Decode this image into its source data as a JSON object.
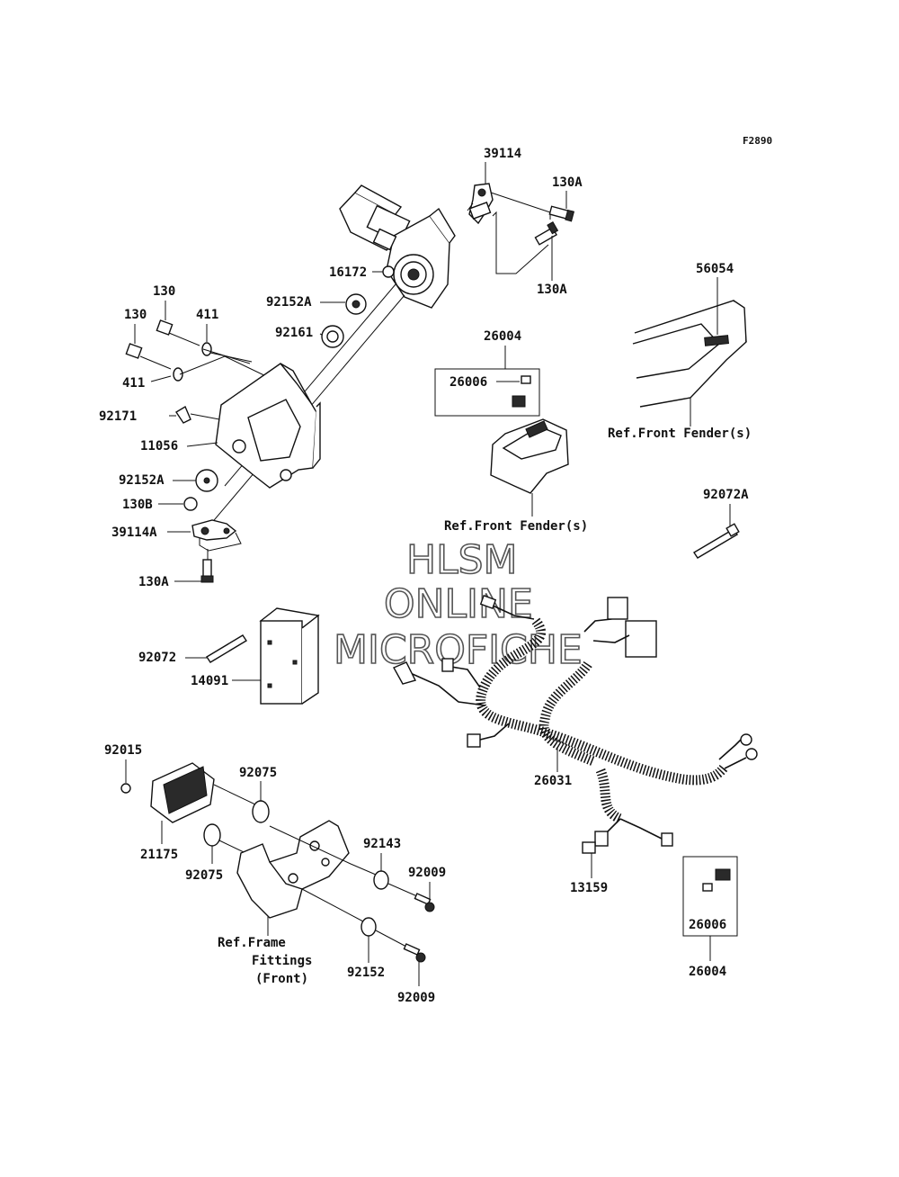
{
  "figure_code": "F2890",
  "watermark": {
    "line1": "HLSM",
    "line2": "ONLINE",
    "line3": "MICROFICHE"
  },
  "labels": {
    "p39114": "39114",
    "p130A_top": "130A",
    "p130A_mid": "130A",
    "p16172": "16172",
    "p92152A_top": "92152A",
    "p92161": "92161",
    "p130_top": "130",
    "p130_left": "130",
    "p411_top": "411",
    "p411_left": "411",
    "p92171": "92171",
    "p11056": "11056",
    "p92152A_low": "92152A",
    "p130B": "130B",
    "p39114A": "39114A",
    "p130A_low": "130A",
    "p56054": "56054",
    "ref_front_fender_right": "Ref.Front Fender(s)",
    "p26004_top": "26004",
    "p26006_top": "26006",
    "ref_front_fender_mid": "Ref.Front Fender(s)",
    "p92072A": "92072A",
    "p92072": "92072",
    "p14091": "14091",
    "p92015": "92015",
    "p92075_top": "92075",
    "p21175": "21175",
    "p92075_low": "92075",
    "p92143": "92143",
    "p92009_top": "92009",
    "ref_frame_line1": "Ref.Frame",
    "ref_frame_line2": "Fittings",
    "ref_frame_line3": "(Front)",
    "p92152": "92152",
    "p92009_low": "92009",
    "p26031": "26031",
    "p13159": "13159",
    "p26006_low": "26006",
    "p26004_low": "26004"
  }
}
